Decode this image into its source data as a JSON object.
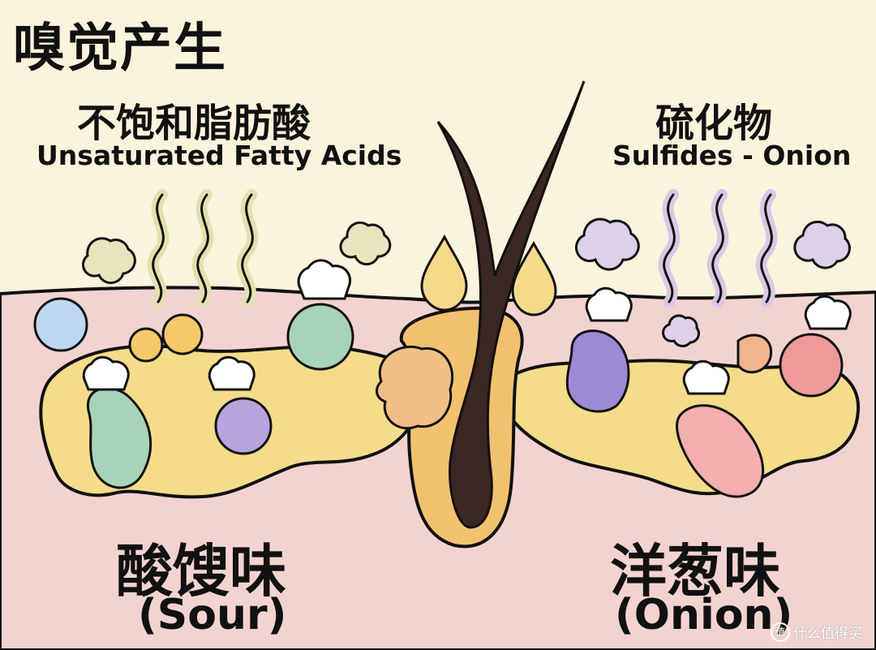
{
  "title": "嗅觉产生",
  "left": {
    "compound_zh": "不饱和脂肪酸",
    "compound_en": "Unsaturated Fatty Acids",
    "smell_zh": "酸馊味",
    "smell_en": "(Sour)"
  },
  "right": {
    "compound_zh": "硫化物",
    "compound_en": "Sulfides - Onion",
    "smell_zh": "洋葱味",
    "smell_en": "(Onion)"
  },
  "watermark": {
    "icon_symbol": "值",
    "text": "什么值得买"
  },
  "colors": {
    "background": "#fbf3dc",
    "skin": "#f3d3d0",
    "sebum": "#f4dc8a",
    "hair": "#3a2622",
    "left_fumes": "#e6e3b8",
    "right_fumes": "#d9c8e6"
  }
}
